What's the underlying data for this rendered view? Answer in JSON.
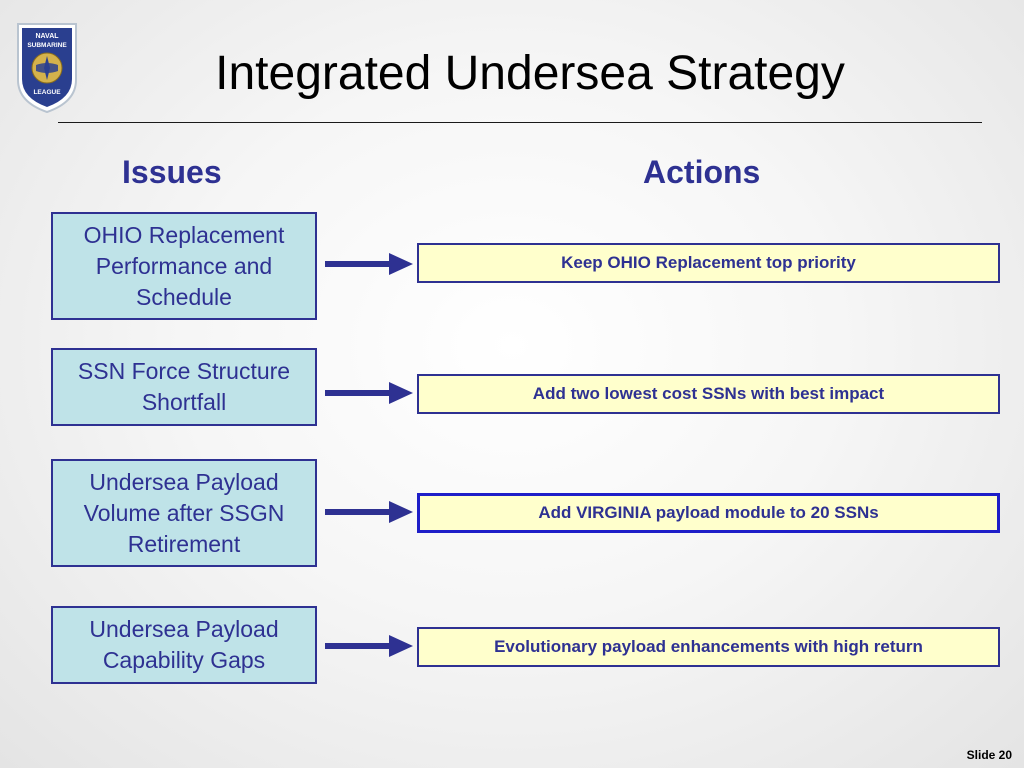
{
  "logo": {
    "top_text": "NAVAL",
    "mid_text": "SUBMARINE",
    "bottom_text": "LEAGUE"
  },
  "slide": {
    "title": "Integrated Undersea Strategy",
    "number_label": "Slide 20"
  },
  "columns": {
    "issues_heading": "Issues",
    "actions_heading": "Actions"
  },
  "issues": [
    "OHIO Replacement Performance and Schedule",
    "SSN Force Structure Shortfall",
    "Undersea Payload Volume after SSGN Retirement",
    "Undersea Payload Capability Gaps"
  ],
  "actions": [
    "Keep OHIO Replacement top priority",
    "Add two lowest cost SSNs with best impact",
    "Add VIRGINIA payload module to 20 SSNs",
    "Evolutionary payload enhancements with high return"
  ],
  "colors": {
    "accent": "#2e3192",
    "issue_fill": "#bfe3e8",
    "action_fill": "#ffffcc"
  }
}
